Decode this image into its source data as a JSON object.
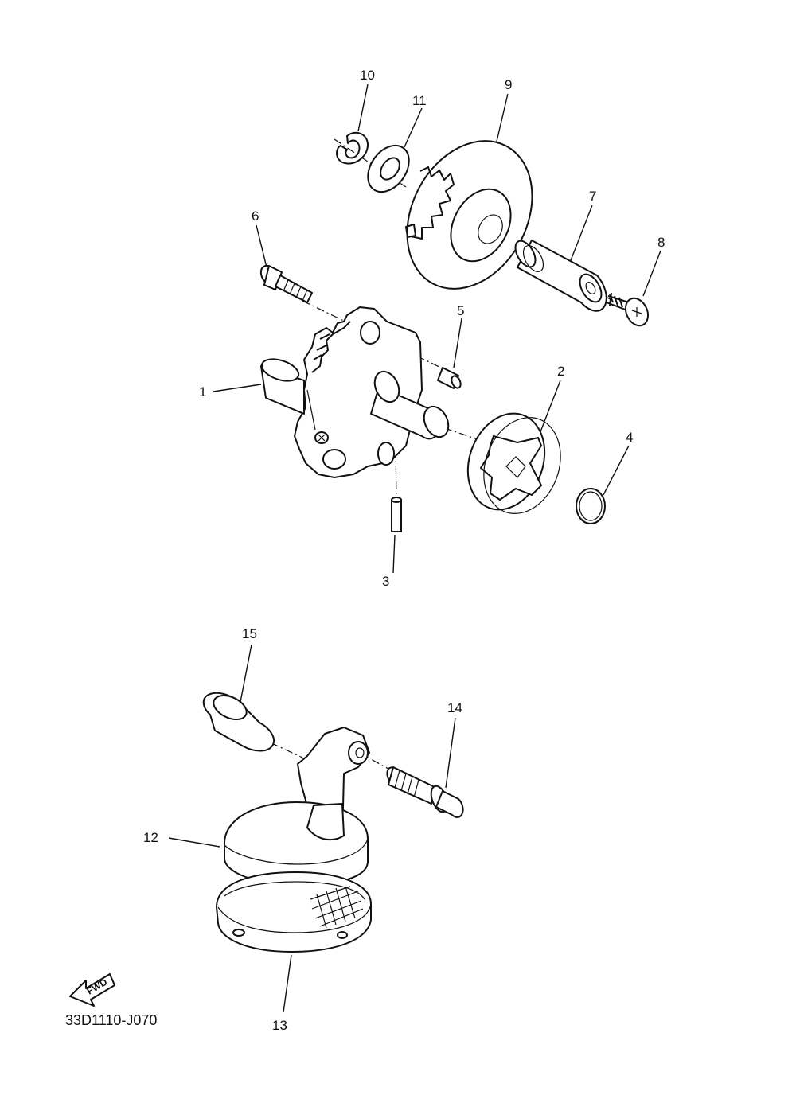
{
  "diagram": {
    "code": "33D1110-J070",
    "fwd_label": "FWD",
    "callouts": [
      {
        "id": "1",
        "text": "1"
      },
      {
        "id": "2",
        "text": "2"
      },
      {
        "id": "3",
        "text": "3"
      },
      {
        "id": "4",
        "text": "4"
      },
      {
        "id": "5",
        "text": "5"
      },
      {
        "id": "6",
        "text": "6"
      },
      {
        "id": "7",
        "text": "7"
      },
      {
        "id": "8",
        "text": "8"
      },
      {
        "id": "9",
        "text": "9"
      },
      {
        "id": "10",
        "text": "10"
      },
      {
        "id": "11",
        "text": "11"
      },
      {
        "id": "12",
        "text": "12"
      },
      {
        "id": "13",
        "text": "13"
      },
      {
        "id": "14",
        "text": "14"
      },
      {
        "id": "15",
        "text": "15"
      }
    ]
  }
}
